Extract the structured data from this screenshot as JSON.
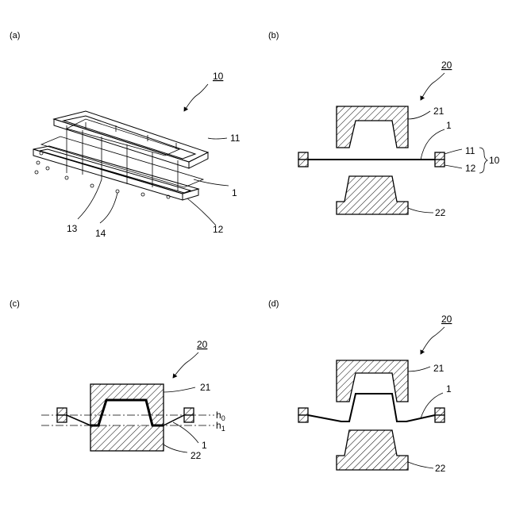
{
  "panels": {
    "a": {
      "tag": "(a)",
      "labels": {
        "frame": "10",
        "upper_frame": "11",
        "sheet": "1",
        "lower_frame": "12",
        "pins": "13",
        "holes": "14"
      }
    },
    "b": {
      "tag": "(b)",
      "labels": {
        "mold": "20",
        "upper_mold": "21",
        "sheet": "1",
        "upper_frame": "11",
        "lower_frame": "12",
        "frame": "10",
        "lower_mold": "22"
      }
    },
    "c": {
      "tag": "(c)",
      "labels": {
        "mold": "20",
        "upper_mold": "21",
        "h0_base": "h",
        "h0_sub": "0",
        "h1_base": "h",
        "h1_sub": "1",
        "sheet": "1",
        "lower_mold": "22"
      }
    },
    "d": {
      "tag": "(d)",
      "labels": {
        "mold": "20",
        "upper_mold": "21",
        "sheet": "1",
        "lower_mold": "22"
      }
    }
  }
}
